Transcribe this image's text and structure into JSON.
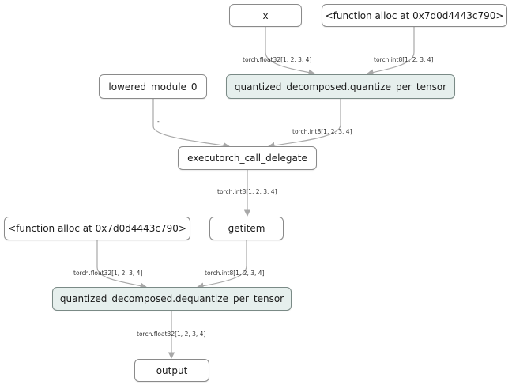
{
  "nodes": {
    "x": "x",
    "alloc_top": "<function alloc at 0x7d0d4443c790>",
    "lowered_module": "lowered_module_0",
    "quantize": "quantized_decomposed.quantize_per_tensor",
    "call_delegate": "executorch_call_delegate",
    "alloc_bottom": "<function alloc at 0x7d0d4443c790>",
    "getitem": "getitem",
    "dequantize": "quantized_decomposed.dequantize_per_tensor",
    "output": "output"
  },
  "edge_labels": {
    "x_to_quantize": "torch.float32[1, 2, 3, 4]",
    "alloc_top_to_quantize": "torch.int8[1, 2, 3, 4]",
    "lowered_to_delegate": "-",
    "quantize_to_delegate": "torch.int8[1, 2, 3, 4]",
    "delegate_to_getitem": "torch.int8[1, 2, 3, 4]",
    "alloc_bottom_to_dequantize": "torch.float32[1, 2, 3, 4]",
    "getitem_to_dequantize": "torch.int8[1, 2, 3, 4]",
    "dequantize_to_output": "torch.float32[1, 2, 3, 4]"
  },
  "colors": {
    "op_node_fill": "#e6efed",
    "edge": "#a8a8a8",
    "border": "#8a8a8a"
  }
}
